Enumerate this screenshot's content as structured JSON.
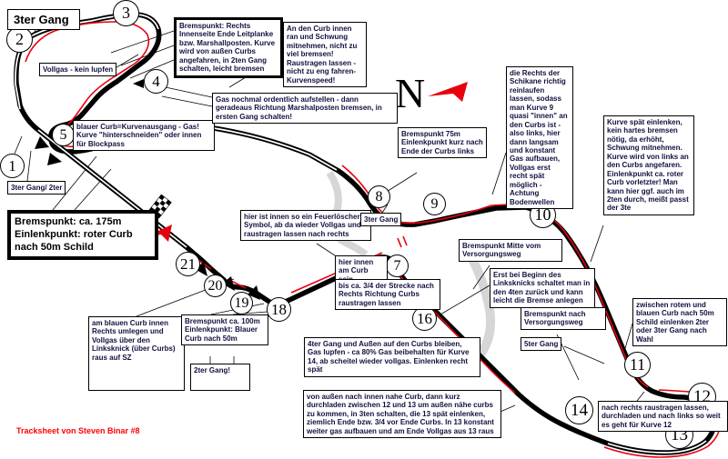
{
  "compass": {
    "label": "N"
  },
  "footer": {
    "credit": "Tracksheet von Steven Binar #8"
  },
  "colors": {
    "track": "#000000",
    "racing_line": "#e8000d",
    "service_road": "#d6d6d6",
    "accent_red": "#ff0000",
    "note_text": "#101040"
  },
  "corners": [
    "1",
    "2",
    "3",
    "4",
    "5",
    "7",
    "8",
    "9",
    "10",
    "11",
    "12",
    "13",
    "14",
    "16",
    "18",
    "19",
    "20",
    "21"
  ],
  "annotations": {
    "gear3_top": "3ter Gang",
    "vollgas": "Vollgas - kein lupfen",
    "blauer_curb": "blauer Curb=Kurvenausgang - Gas! Kurve \"hinterschneiden\" oder innen für Blockpass",
    "gang3_2": "3ter Gang/ 2ter",
    "brems175": "Bremspunkt: ca. 175m Einlenkpunkt: roter Curb nach 50m Schild",
    "brems_rechts": "Bremspunkt: Rechts Innenseite Ende Leitplanke bzw. Marshallposten. Kurve wird von außen Curbs angefahren, in 2ten Gang schalten, leicht bremsen",
    "an_den_curb": "An den Curb innen ran und Schwung mitnehmen, nicht zu viel bremsen! Raustragen lassen - nicht zu eng fahren- Kurvenspeed!",
    "gas_nochmal": "Gas nochmal ordentlich aufstellen - dann geradeaus Richtung Marshalposten bremsen, in ersten Gang schalten!",
    "schikane": "die Rechts der Schikane richtig reinlaufen lassen, sodass man Kurve 9 quasi \"innen\" an den Curbs ist - also links, hier dann langsam und konstant Gas aufbauen, Vollgas erst recht spät möglich - Achtung Bodenwellen",
    "brems75": "Bremspunkt 75m Einlenkpunkt kurz nach Ende der Curbs links",
    "kurve_spaet": "Kurve spät einlenken, kein hartes bremsen nötig, da erhöht, Schwung mitnehmen. Kurve wird von links an den Curbs angefaren. Einlenkpunkt ca. roter Curb vorletzter! Man kann hier ggf. auch im 2ten durch, meißt passt der 3te",
    "feuerloescher": "hier ist innen so ein Feuerlöscher Symbol, ab da wieder Vollgas und raustragen lassen nach rechts",
    "gear3_mid": "3ter Gang",
    "hier_innen": "hier innen am Curb sein",
    "dreiviertel": "bis ca. 3/4 der Strecke nach Rechts Richtung Curbs raustragen lassen",
    "brems_mitte": "Bremspunkt Mitte vom Versorgungsweg",
    "erst_beginn": "Erst bei Beginn des Linksknicks schaltet man in den 4ten zurück und kann leicht die Bremse anlegen",
    "brems_nach": "Bremspunkt nach Versorgungsweg",
    "gear5": "5ter Gang",
    "zwischen_curbs": "zwischen rotem und blauen Curb nach 50m Schild einlenken 2ter oder 3ter Gang nach Wahl",
    "am_blauen": "am blauen Curb innen Rechts umlegen und Vollgas über den Linksknick (über Curbs) raus auf SZ",
    "brems100": "Bremspunkt ca. 100m Einlenkpunkt: Blauer Curb nach 50m",
    "gear2": "2ter Gang!",
    "gang4_aussen": "4ter Gang und Außen auf den Curbs bleiben, Gas lupfen - ca 80% Gas beibehalten für Kurve 14, ab scheitel wieder vollgas. Einlenken recht spät",
    "von_aussen": "von außen nach innen nahe Curb, dann kurz durchladen zwischen 12 und 13 um außen nähe curbs zu kommen, in 3ten schalten, die 13 spät einlenken, ziemlich Ende bzw. 3/4 vor Ende Curbs. In 13 konstant weiter gas aufbauen und am Ende Vollgas aus 13 raus",
    "nach_rechts": "nach rechts raustragen lassen, durchladen und nach links so weit es geht für Kurve 12"
  }
}
